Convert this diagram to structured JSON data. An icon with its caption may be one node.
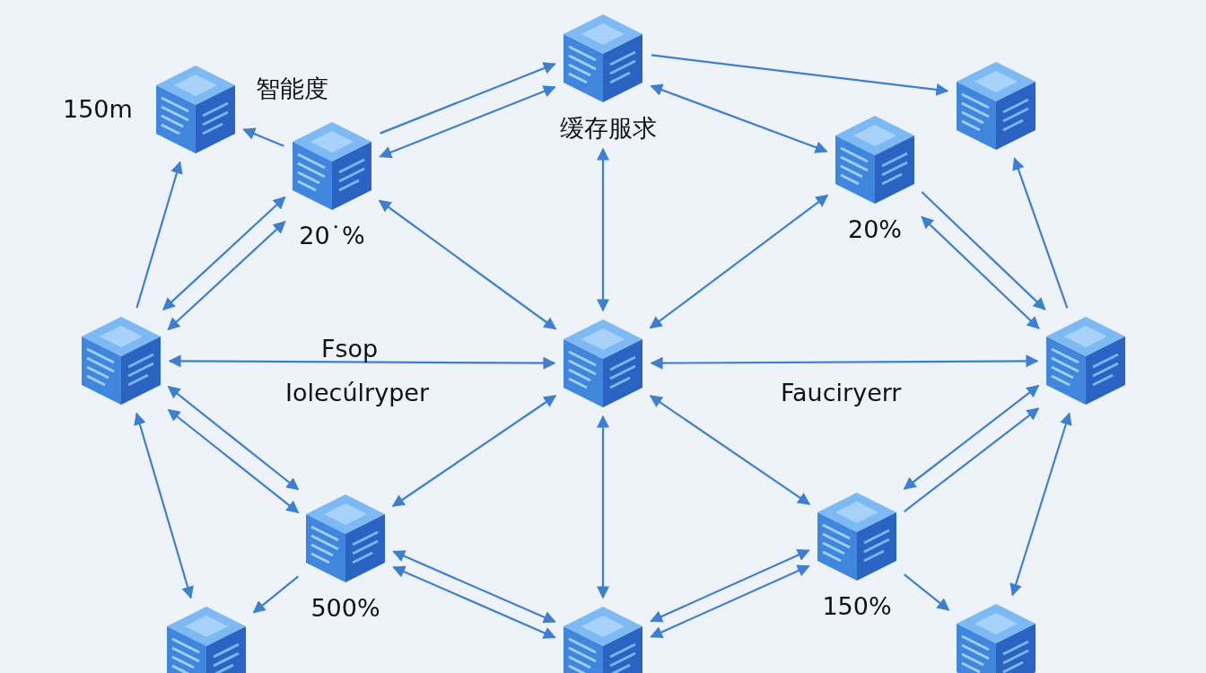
{
  "diagram": {
    "nodes": [
      {
        "text": [],
        "shape": "picture",
        "beside": [
          "150m"
        ]
      },
      {
        "text": [],
        "shape": "picture",
        "beside": [
          "20˙%"
        ]
      },
      {
        "text": [],
        "shape": "picture",
        "beside": [
          "缓存服求"
        ]
      },
      {
        "text": [],
        "shape": "picture",
        "beside": [
          "20%"
        ]
      },
      {
        "text": [],
        "shape": "picture"
      },
      {
        "text": [],
        "shape": "picture"
      },
      {
        "text": [],
        "shape": "picture"
      },
      {
        "text": [],
        "shape": "picture"
      },
      {
        "text": [],
        "shape": "picture",
        "beside": [
          "500%"
        ]
      },
      {
        "text": [],
        "shape": "picture",
        "beside": [
          "150%"
        ]
      },
      {
        "text": [],
        "shape": "picture"
      },
      {
        "text": [],
        "shape": "picture"
      },
      {
        "text": [],
        "shape": "picture"
      }
    ],
    "edges": [
      {
        "from": 1,
        "to": 0,
        "arrow": "to"
      },
      {
        "from": 1,
        "to": 2,
        "arrow": "to"
      },
      {
        "from": 1,
        "to": 2,
        "arrow": "both"
      },
      {
        "from": 2,
        "to": 4,
        "arrow": "to"
      },
      {
        "from": 2,
        "to": 3,
        "arrow": "both"
      },
      {
        "from": 2,
        "to": 6,
        "arrow": "both"
      },
      {
        "from": 1,
        "to": 6,
        "arrow": "both"
      },
      {
        "from": 6,
        "to": 3,
        "arrow": "both"
      },
      {
        "from": 5,
        "to": 0,
        "arrow": "to"
      },
      {
        "from": 5,
        "to": 1,
        "arrow": "both"
      },
      {
        "from": 5,
        "to": 1,
        "arrow": "both"
      },
      {
        "from": 3,
        "to": 7,
        "arrow": "to"
      },
      {
        "from": 3,
        "to": 7,
        "arrow": "both"
      },
      {
        "from": 7,
        "to": 4,
        "arrow": "to"
      },
      {
        "from": 5,
        "to": 6,
        "arrow": "both"
      },
      {
        "from": 6,
        "to": 7,
        "arrow": "both"
      },
      {
        "from": 5,
        "to": 8,
        "arrow": "both"
      },
      {
        "from": 5,
        "to": 8,
        "arrow": "both"
      },
      {
        "from": 5,
        "to": 10,
        "arrow": "both"
      },
      {
        "from": 6,
        "to": 8,
        "arrow": "both"
      },
      {
        "from": 6,
        "to": 9,
        "arrow": "both"
      },
      {
        "from": 6,
        "to": 11,
        "arrow": "both"
      },
      {
        "from": 7,
        "to": 9,
        "arrow": "both"
      },
      {
        "from": 9,
        "to": 7,
        "arrow": "to"
      },
      {
        "from": 7,
        "to": 12,
        "arrow": "both"
      },
      {
        "from": 8,
        "to": 10,
        "arrow": "to"
      },
      {
        "from": 8,
        "to": 11,
        "arrow": "both"
      },
      {
        "from": 8,
        "to": 11,
        "arrow": "both"
      },
      {
        "from": 9,
        "to": 11,
        "arrow": "both"
      },
      {
        "from": 9,
        "to": 11,
        "arrow": "both"
      },
      {
        "from": 9,
        "to": 12,
        "arrow": "to"
      }
    ],
    "labels": [
      "智能度",
      "Fsop",
      "Iolecúlryper",
      "Fauciryerr"
    ]
  }
}
